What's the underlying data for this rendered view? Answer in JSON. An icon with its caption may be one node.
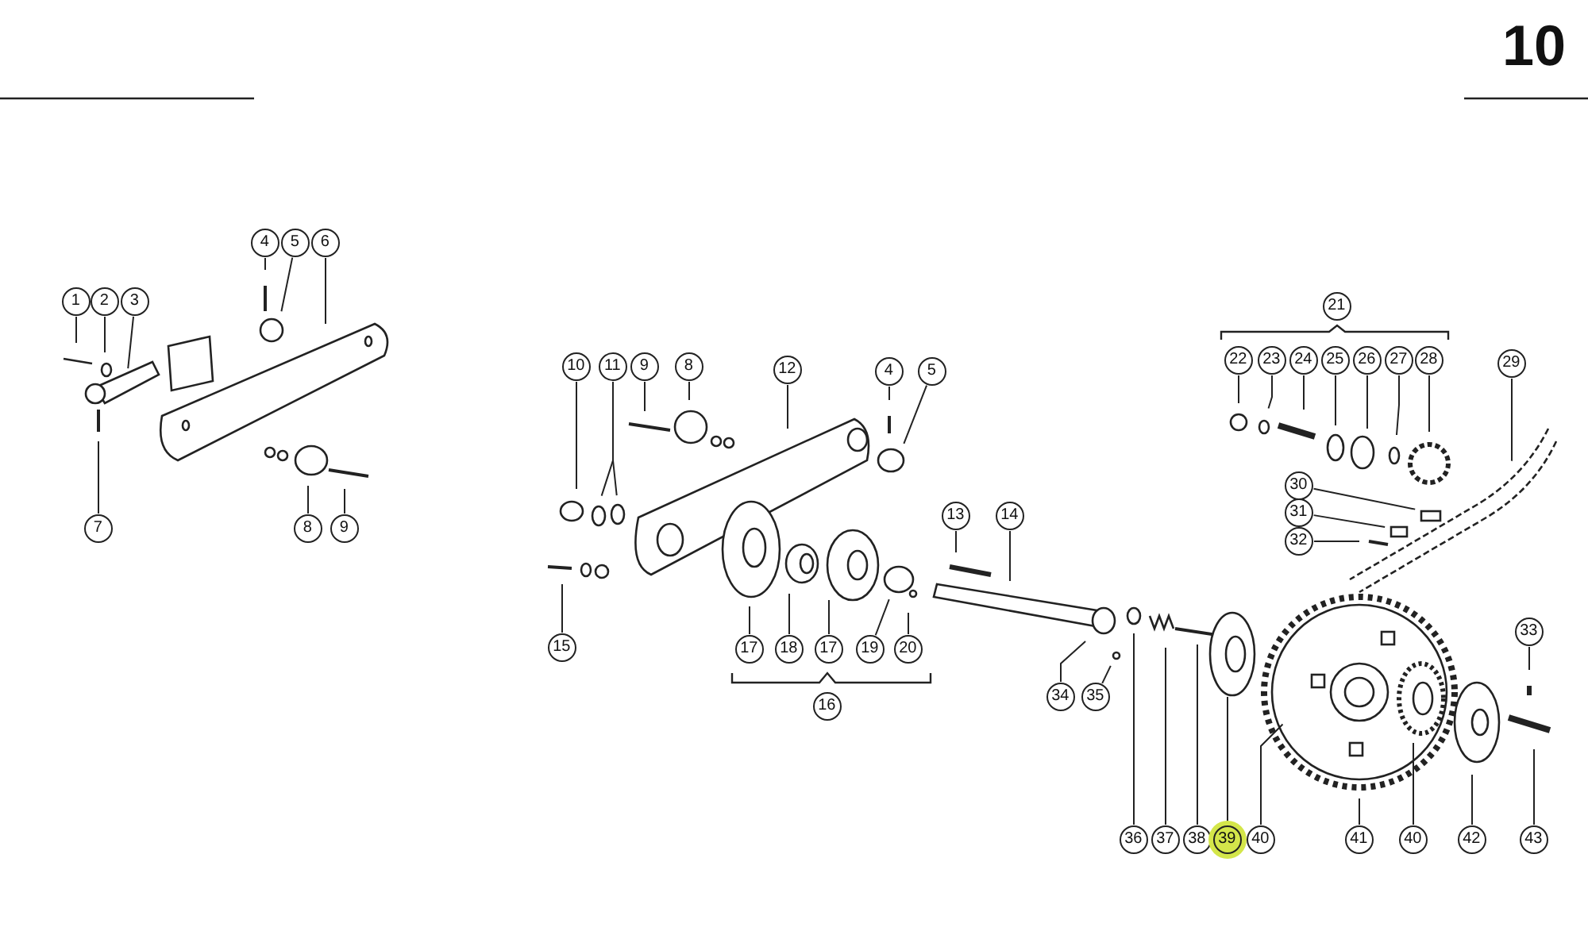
{
  "diagram": {
    "nodes": [
      {
        "text": [
          "1"
        ]
      },
      {
        "text": [
          "2"
        ]
      },
      {
        "text": [
          "3"
        ]
      },
      {
        "text": [
          "4"
        ]
      },
      {
        "text": [
          "5"
        ]
      },
      {
        "text": [
          "6"
        ]
      },
      {
        "text": [
          "7"
        ]
      },
      {
        "text": [
          "8"
        ]
      },
      {
        "text": [
          "9"
        ]
      },
      {
        "text": [
          "10"
        ]
      },
      {
        "text": [
          "11"
        ]
      },
      {
        "text": [
          "9"
        ]
      },
      {
        "text": [
          "8"
        ]
      },
      {
        "text": [
          "12"
        ]
      },
      {
        "text": [
          "4"
        ]
      },
      {
        "text": [
          "5"
        ]
      },
      {
        "text": [
          "13"
        ]
      },
      {
        "text": [
          "14"
        ]
      },
      {
        "text": [
          "15"
        ]
      },
      {
        "text": [
          "17"
        ]
      },
      {
        "text": [
          "18"
        ]
      },
      {
        "text": [
          "17"
        ]
      },
      {
        "text": [
          "19"
        ]
      },
      {
        "text": [
          "20"
        ]
      },
      {
        "text": [
          "16"
        ]
      },
      {
        "text": [
          "34"
        ]
      },
      {
        "text": [
          "35"
        ]
      },
      {
        "text": [
          "21"
        ]
      },
      {
        "text": [
          "22"
        ]
      },
      {
        "text": [
          "23"
        ]
      },
      {
        "text": [
          "24"
        ]
      },
      {
        "text": [
          "25"
        ]
      },
      {
        "text": [
          "26"
        ]
      },
      {
        "text": [
          "27"
        ]
      },
      {
        "text": [
          "28"
        ]
      },
      {
        "text": [
          "29"
        ]
      },
      {
        "text": [
          "30"
        ]
      },
      {
        "text": [
          "31"
        ]
      },
      {
        "text": [
          "32"
        ]
      },
      {
        "text": [
          "33"
        ]
      },
      {
        "text": [
          "36"
        ]
      },
      {
        "text": [
          "37"
        ]
      },
      {
        "text": [
          "38"
        ]
      },
      {
        "text": [
          "39"
        ]
      },
      {
        "text": [
          "40"
        ]
      },
      {
        "text": [
          "41"
        ]
      },
      {
        "text": [
          "40"
        ]
      },
      {
        "text": [
          "42"
        ]
      },
      {
        "text": [
          "43"
        ]
      }
    ],
    "edges": [
      {
        "from": 0,
        "to": null,
        "arrow": "none"
      },
      {
        "from": 1,
        "to": null,
        "arrow": "none"
      },
      {
        "from": 2,
        "to": null,
        "arrow": "none"
      },
      {
        "from": 3,
        "to": null,
        "arrow": "none"
      },
      {
        "from": 4,
        "to": null,
        "arrow": "none"
      },
      {
        "from": 5,
        "to": null,
        "arrow": "none"
      },
      {
        "from": 6,
        "to": null,
        "arrow": "none"
      },
      {
        "from": 7,
        "to": null,
        "arrow": "none"
      },
      {
        "from": 8,
        "to": null,
        "arrow": "none"
      },
      {
        "from": 9,
        "to": null,
        "arrow": "none"
      },
      {
        "from": 10,
        "to": null,
        "arrow": "none"
      },
      {
        "from": 10,
        "to": null,
        "arrow": "none"
      },
      {
        "from": 11,
        "to": null,
        "arrow": "none"
      },
      {
        "from": 12,
        "to": null,
        "arrow": "none"
      },
      {
        "from": 13,
        "to": null,
        "arrow": "none"
      },
      {
        "from": 14,
        "to": null,
        "arrow": "none"
      },
      {
        "from": 15,
        "to": null,
        "arrow": "none"
      },
      {
        "from": 16,
        "to": null,
        "arrow": "none"
      },
      {
        "from": 17,
        "to": null,
        "arrow": "none"
      },
      {
        "from": 18,
        "to": null,
        "arrow": "none"
      },
      {
        "from": 19,
        "to": null,
        "arrow": "none"
      },
      {
        "from": 20,
        "to": null,
        "arrow": "none"
      },
      {
        "from": 21,
        "to": null,
        "arrow": "none"
      },
      {
        "from": 22,
        "to": null,
        "arrow": "none"
      },
      {
        "from": 23,
        "to": null,
        "arrow": "none"
      },
      {
        "from": 25,
        "to": null,
        "arrow": "none"
      },
      {
        "from": 26,
        "to": null,
        "arrow": "none"
      },
      {
        "from": 28,
        "to": null,
        "arrow": "none"
      },
      {
        "from": 29,
        "to": null,
        "arrow": "none"
      },
      {
        "from": 30,
        "to": null,
        "arrow": "none"
      },
      {
        "from": 31,
        "to": null,
        "arrow": "none"
      },
      {
        "from": 32,
        "to": null,
        "arrow": "none"
      },
      {
        "from": 33,
        "to": null,
        "arrow": "none"
      },
      {
        "from": 34,
        "to": null,
        "arrow": "none"
      },
      {
        "from": 35,
        "to": null,
        "arrow": "none"
      },
      {
        "from": 36,
        "to": null,
        "arrow": "none"
      },
      {
        "from": 37,
        "to": null,
        "arrow": "none"
      },
      {
        "from": 38,
        "to": null,
        "arrow": "none"
      },
      {
        "from": 39,
        "to": null,
        "arrow": "none"
      },
      {
        "from": 40,
        "to": null,
        "arrow": "none"
      },
      {
        "from": 41,
        "to": null,
        "arrow": "none"
      },
      {
        "from": 42,
        "to": null,
        "arrow": "none"
      },
      {
        "from": 43,
        "to": null,
        "arrow": "none"
      },
      {
        "from": 44,
        "to": null,
        "arrow": "none"
      },
      {
        "from": 45,
        "to": null,
        "arrow": "none"
      },
      {
        "from": 46,
        "to": null,
        "arrow": "none"
      },
      {
        "from": 47,
        "to": null,
        "arrow": "none"
      },
      {
        "from": 48,
        "to": null,
        "arrow": "none"
      }
    ],
    "labels": [
      "10"
    ]
  }
}
